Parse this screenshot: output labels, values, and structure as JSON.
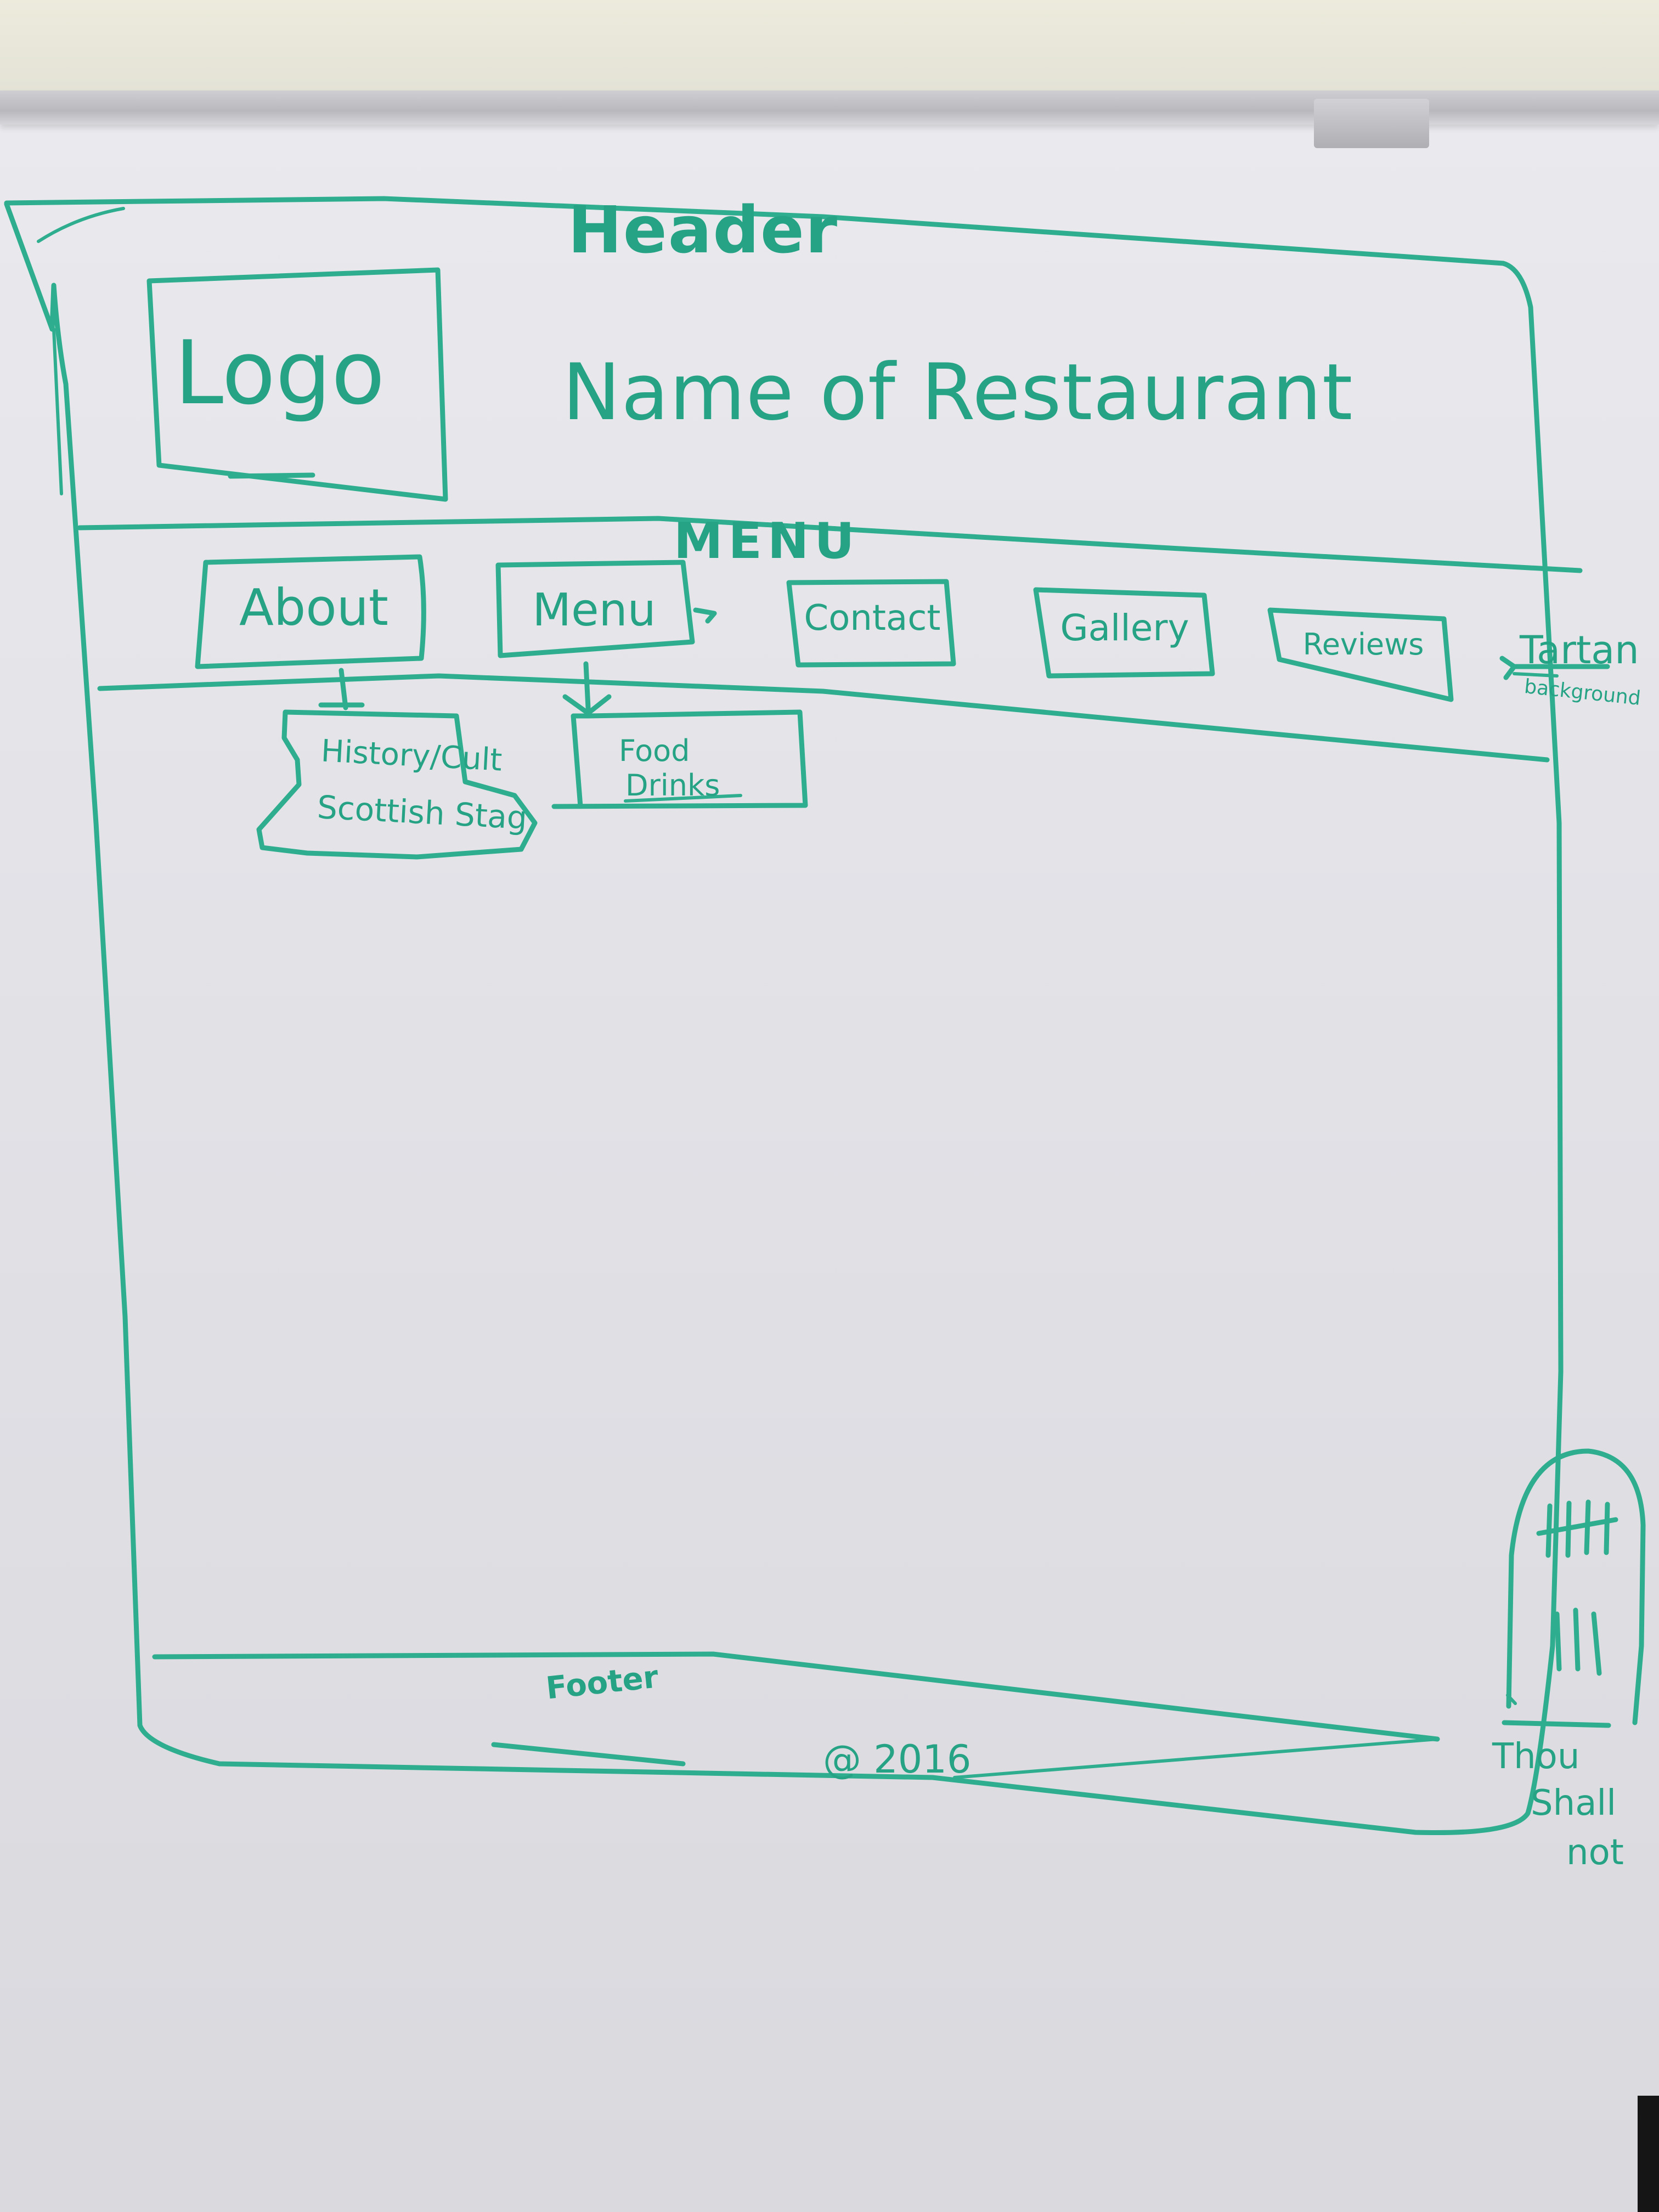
{
  "sketch": {
    "header_label": "Header",
    "logo_label": "Logo",
    "restaurant_name": "Name of Restaurant",
    "menu_label": "MENU",
    "nav_items": [
      {
        "label": "About"
      },
      {
        "label": "Menu"
      },
      {
        "label": "Contact"
      },
      {
        "label": "Gallery"
      },
      {
        "label": "Reviews"
      }
    ],
    "tartan_note": {
      "word": "Tartan",
      "detail": "background"
    },
    "about_submenu": [
      "History/Cult",
      "Scottish Stag"
    ],
    "menu_submenu": [
      "Food",
      "Drinks"
    ],
    "footer_label": "Footer",
    "copyright": "@ 2016",
    "side_note": [
      "Thou",
      "Shall",
      "not"
    ],
    "ink_color": "#2eae8e"
  }
}
